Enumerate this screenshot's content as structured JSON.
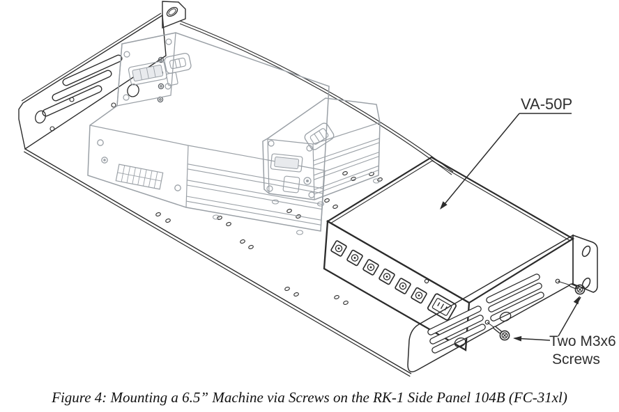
{
  "figure": {
    "callouts": {
      "device_label": "VA-50P",
      "screws_label_line1": "Two M3x6",
      "screws_label_line2": "Screws"
    },
    "caption": "Figure 4: Mounting a 6.5” Machine via Screws on the RK-1 Side Panel 104B (FC-31xl)",
    "parts": {
      "tray": "RK-1 side panel 104B rack tray",
      "mounted_devices": "two half-rack tool devices",
      "target_device": "VA-50P",
      "fasteners": "two M3x6 screws"
    },
    "colors": {
      "background": "#ffffff",
      "line_dark": "#2b2b2b",
      "line_gray": "#9aa0a6",
      "text": "#2e2e2e"
    }
  }
}
